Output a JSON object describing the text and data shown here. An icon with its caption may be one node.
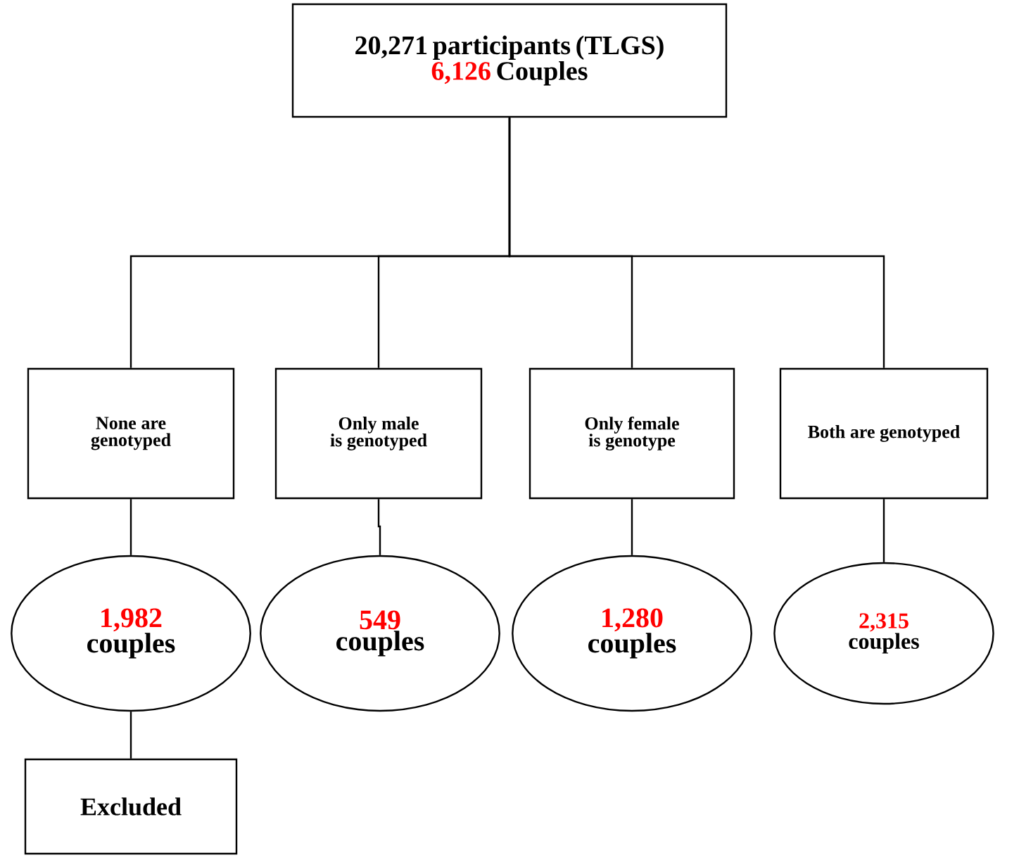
{
  "diagram": {
    "nodes": [
      {
        "text": [
          "20,271 participants (TLGS)",
          "6,126",
          "Couples"
        ]
      },
      {
        "text": [
          "None are genotyped"
        ]
      },
      {
        "text": [
          "Only male is genotyped"
        ]
      },
      {
        "text": [
          "Only female is genotype"
        ]
      },
      {
        "text": [
          "Both are genotyped"
        ]
      },
      {
        "text": [
          "1,982",
          "couples"
        ]
      },
      {
        "text": [
          "549",
          "couples"
        ]
      },
      {
        "text": [
          "1,280",
          "couples"
        ]
      },
      {
        "text": [
          "2,315",
          "couples"
        ]
      },
      {
        "text": [
          "Excluded"
        ]
      }
    ],
    "edges": [
      {
        "from": 0,
        "to": 1,
        "arrow": "none"
      },
      {
        "from": 0,
        "to": 2,
        "arrow": "none"
      },
      {
        "from": 0,
        "to": 3,
        "arrow": "none"
      },
      {
        "from": 0,
        "to": 4,
        "arrow": "none"
      },
      {
        "from": 1,
        "to": 5,
        "arrow": "none"
      },
      {
        "from": 2,
        "to": 6,
        "arrow": "none"
      },
      {
        "from": 3,
        "to": 7,
        "arrow": "none"
      },
      {
        "from": 4,
        "to": 8,
        "arrow": "none"
      },
      {
        "from": 5,
        "to": 9,
        "arrow": "none"
      }
    ]
  }
}
